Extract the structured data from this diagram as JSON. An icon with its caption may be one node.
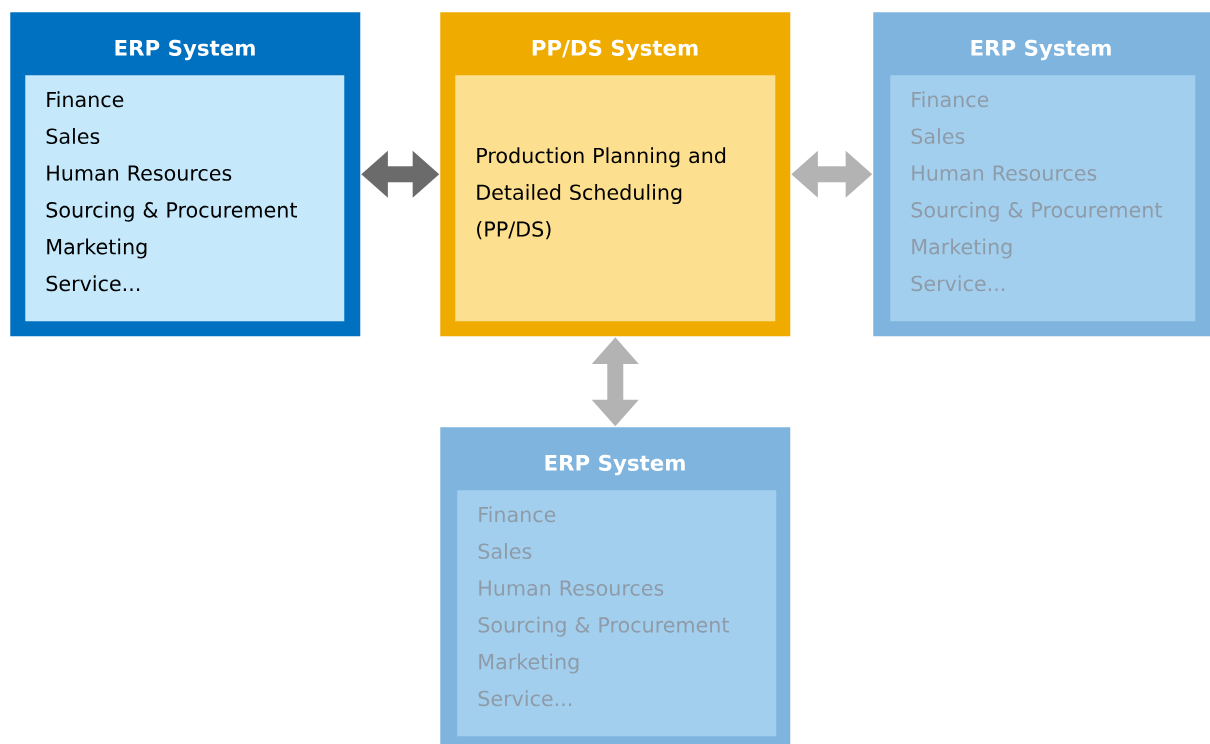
{
  "diagram": {
    "nodes": [
      {
        "text": [
          "ERP System"
        ]
      },
      {
        "text": [
          "Finance",
          "Sales",
          "Human Resources",
          "Sourcing & Procurement",
          "Marketing",
          "Service..."
        ],
        "in": 0
      },
      {
        "text": [
          "PP/DS System"
        ]
      },
      {
        "text": [
          "Production Planning and Detailed Scheduling (PP/DS)"
        ],
        "in": 2
      },
      {
        "text": [
          "ERP System"
        ]
      },
      {
        "text": [
          "Finance",
          "Sales",
          "Human Resources",
          "Sourcing & Procurement",
          "Marketing",
          "Service..."
        ],
        "in": 4
      },
      {
        "text": [
          "ERP System"
        ]
      },
      {
        "text": [
          "Finance",
          "Sales",
          "Human Resources",
          "Sourcing & Procurement",
          "Marketing",
          "Service..."
        ],
        "in": 6
      }
    ],
    "edges": [
      {
        "from": 2,
        "to": 0,
        "arrow": "both",
        "color": "#6b6b6b"
      },
      {
        "from": 2,
        "to": 4,
        "arrow": "both"
      },
      {
        "from": 2,
        "to": 6,
        "arrow": "both"
      }
    ]
  }
}
